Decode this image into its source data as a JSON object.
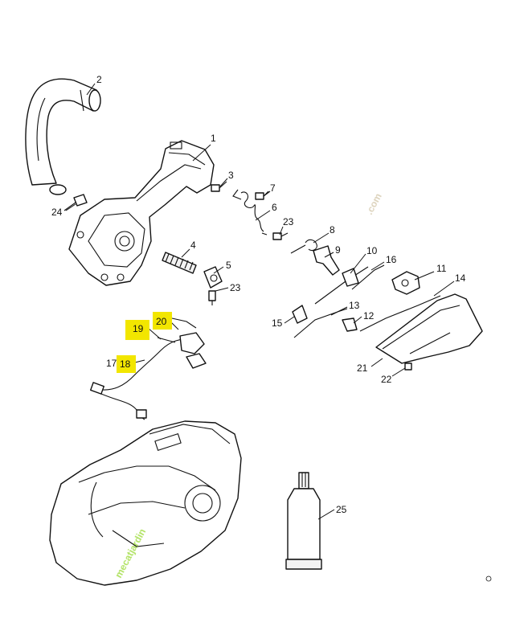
{
  "parts": [
    {
      "num": "1"
    },
    {
      "num": "2"
    },
    {
      "num": "3"
    },
    {
      "num": "4"
    },
    {
      "num": "5"
    },
    {
      "num": "6"
    },
    {
      "num": "7"
    },
    {
      "num": "8"
    },
    {
      "num": "9"
    },
    {
      "num": "10"
    },
    {
      "num": "11"
    },
    {
      "num": "12"
    },
    {
      "num": "13"
    },
    {
      "num": "14"
    },
    {
      "num": "15"
    },
    {
      "num": "16"
    },
    {
      "num": "17"
    },
    {
      "num": "18"
    },
    {
      "num": "19"
    },
    {
      "num": "20"
    },
    {
      "num": "21"
    },
    {
      "num": "22"
    },
    {
      "num": "23"
    },
    {
      "num": "23"
    },
    {
      "num": "24"
    },
    {
      "num": "25"
    }
  ],
  "highlighted": [
    "18",
    "19",
    "20"
  ],
  "watermark": {
    "brand": "mecatjardin",
    "domain": ".com"
  },
  "colors": {
    "highlight": "#f2e600",
    "watermark_green": "#8ed61e",
    "watermark_beige": "#cdbf9e",
    "line": "#111111"
  }
}
